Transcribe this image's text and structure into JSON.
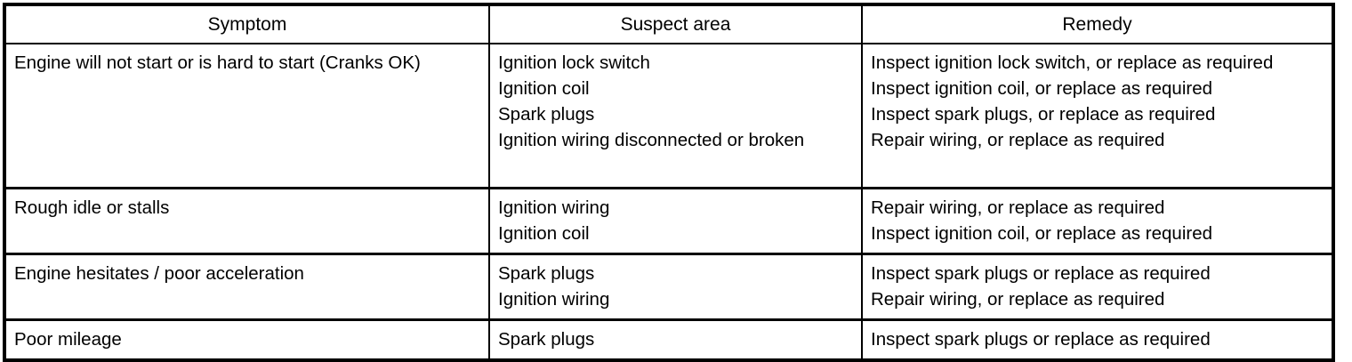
{
  "table": {
    "columns": [
      {
        "key": "symptom",
        "label": "Symptom"
      },
      {
        "key": "suspect_area",
        "label": "Suspect area"
      },
      {
        "key": "remedy",
        "label": "Remedy"
      }
    ],
    "rows": [
      {
        "symptom": [
          "Engine will not start or is hard to start (Cranks OK)"
        ],
        "suspect_area": [
          "Ignition lock switch",
          "Ignition coil",
          "Spark plugs",
          "Ignition wiring disconnected or broken"
        ],
        "remedy": [
          "Inspect ignition lock switch, or replace as required",
          "Inspect ignition coil, or replace as required",
          "Inspect spark plugs, or replace as required",
          "Repair wiring, or replace as required"
        ]
      },
      {
        "symptom": [
          "Rough idle or stalls"
        ],
        "suspect_area": [
          "Ignition wiring",
          "Ignition coil"
        ],
        "remedy": [
          "Repair wiring, or replace as required",
          "Inspect ignition coil, or replace as required"
        ]
      },
      {
        "symptom": [
          "Engine hesitates / poor acceleration"
        ],
        "suspect_area": [
          "Spark plugs",
          "Ignition wiring"
        ],
        "remedy": [
          "Inspect spark plugs or replace as required",
          "Repair wiring, or replace as required"
        ]
      },
      {
        "symptom": [
          "Poor mileage"
        ],
        "suspect_area": [
          "Spark plugs"
        ],
        "remedy": [
          "Inspect spark plugs or replace as required"
        ]
      }
    ]
  },
  "colors": {
    "border": "#000000",
    "text": "#000000",
    "background": "#ffffff"
  }
}
